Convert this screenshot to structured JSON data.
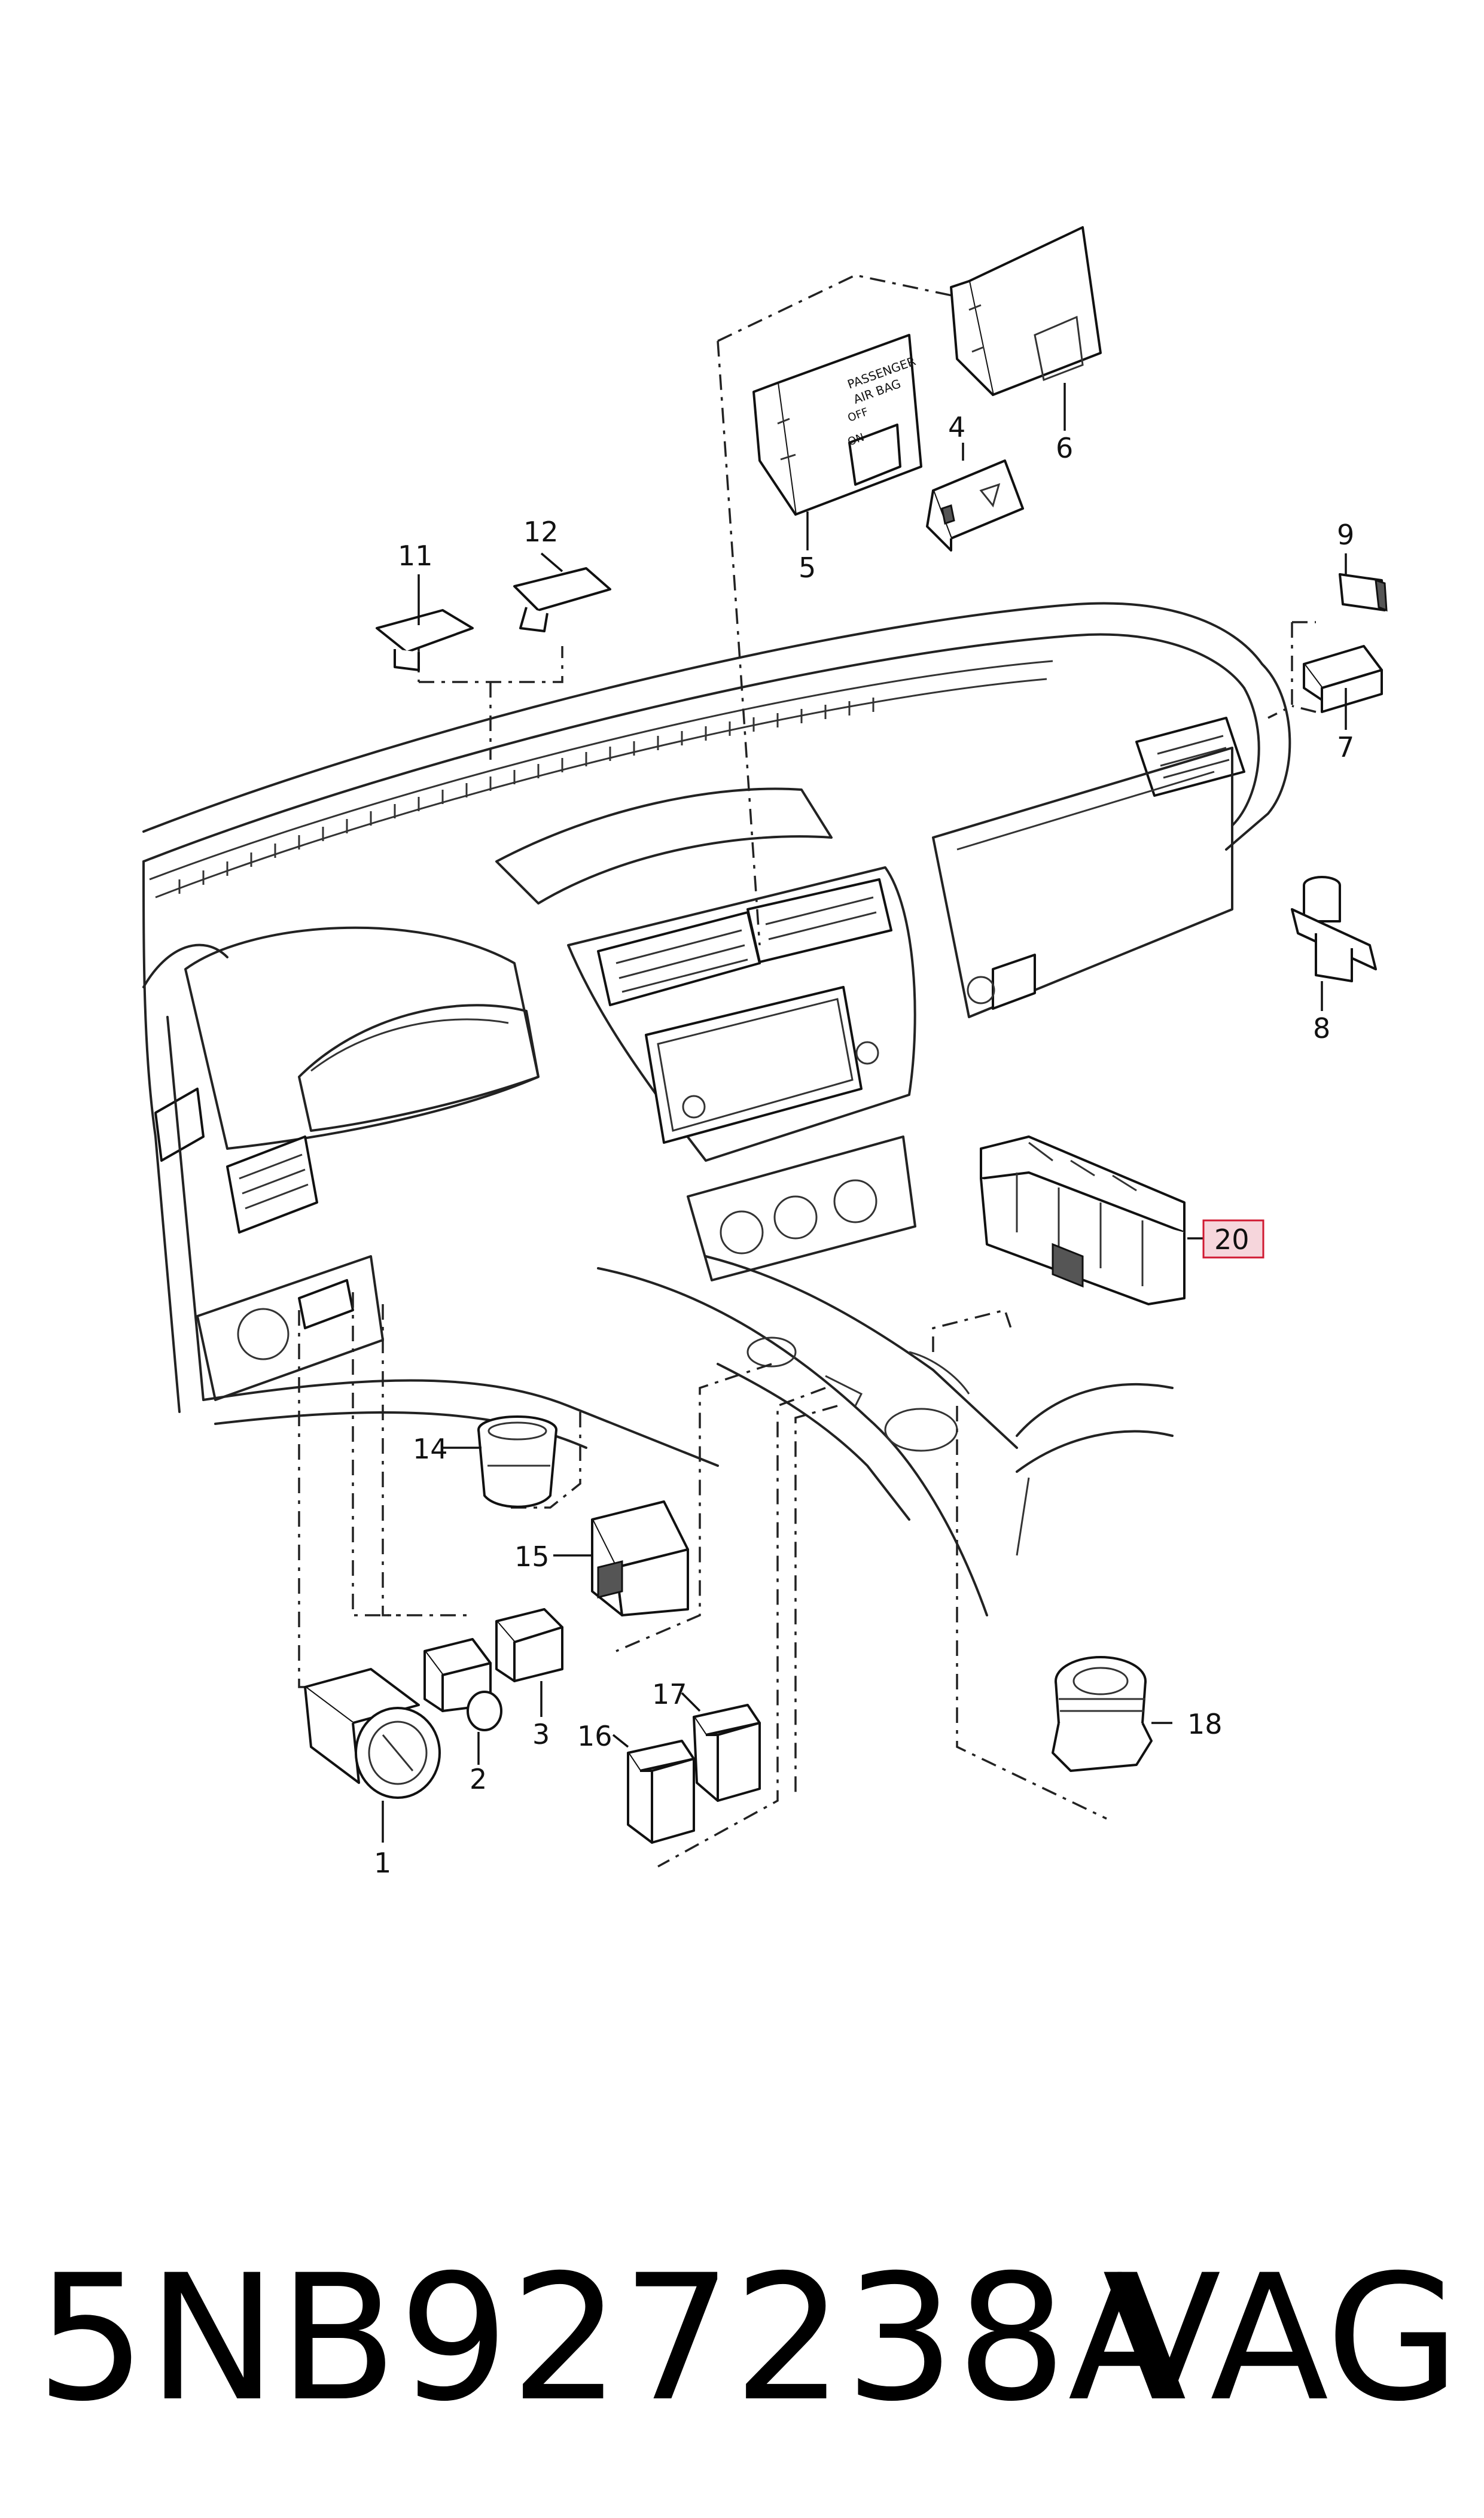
{
  "callouts": {
    "c1": "1",
    "c2": "2",
    "c3": "3",
    "c4": "4",
    "c5": "5",
    "c6": "6",
    "c7": "7",
    "c8": "8",
    "c9": "9",
    "c11": "11",
    "c12": "12",
    "c14": "14",
    "c15": "15",
    "c16": "16",
    "c17": "17",
    "c18": "18",
    "c20": "20"
  },
  "highlighted_callout": "20",
  "panel_text": {
    "line1": "PASSENGER",
    "line2": "AIR BAG",
    "off": "OFF",
    "on": "ON"
  },
  "footer": {
    "part_number": "5NB927238A",
    "brand": "VAG"
  },
  "colors": {
    "line": "#222222",
    "highlight_fill": "#f6d6dc",
    "highlight_stroke": "#d01a32"
  }
}
